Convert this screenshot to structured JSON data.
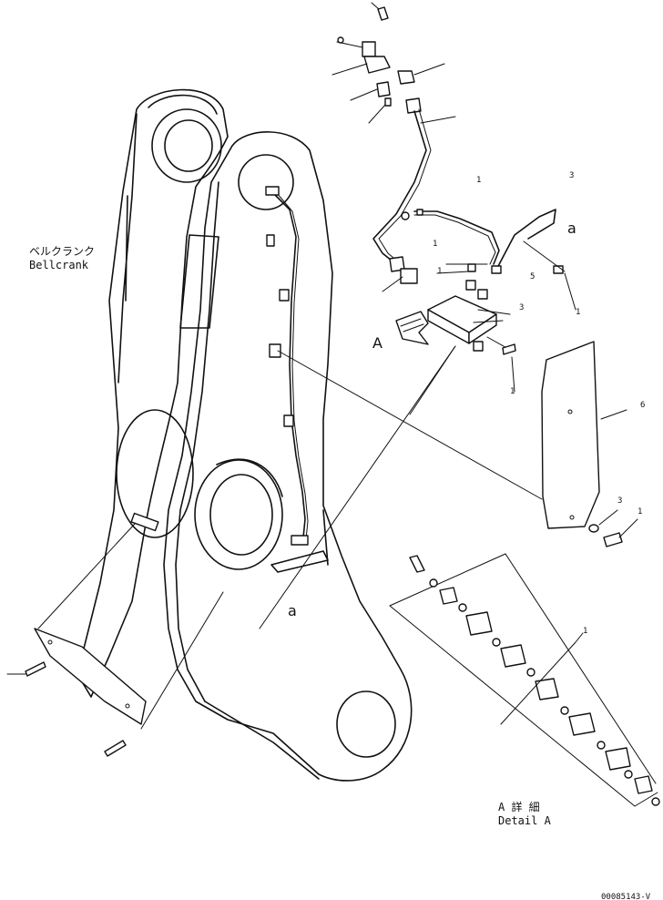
{
  "bellcrank": {
    "label_jp": "ベルクランク",
    "label_en": "Bellcrank"
  },
  "detail": {
    "label_jp": "A 詳 細",
    "label_en": "Detail A"
  },
  "view_marker": "A",
  "section_marker": "a",
  "drawing_id": "00085143-V",
  "callouts": {
    "c1": "1",
    "c2": "1",
    "c3": "1",
    "c4": "3",
    "c5": "5",
    "c6": "3",
    "c7": "1",
    "c8": "1",
    "c9": "6",
    "c10": "3",
    "c11": "1",
    "c12": "1"
  }
}
